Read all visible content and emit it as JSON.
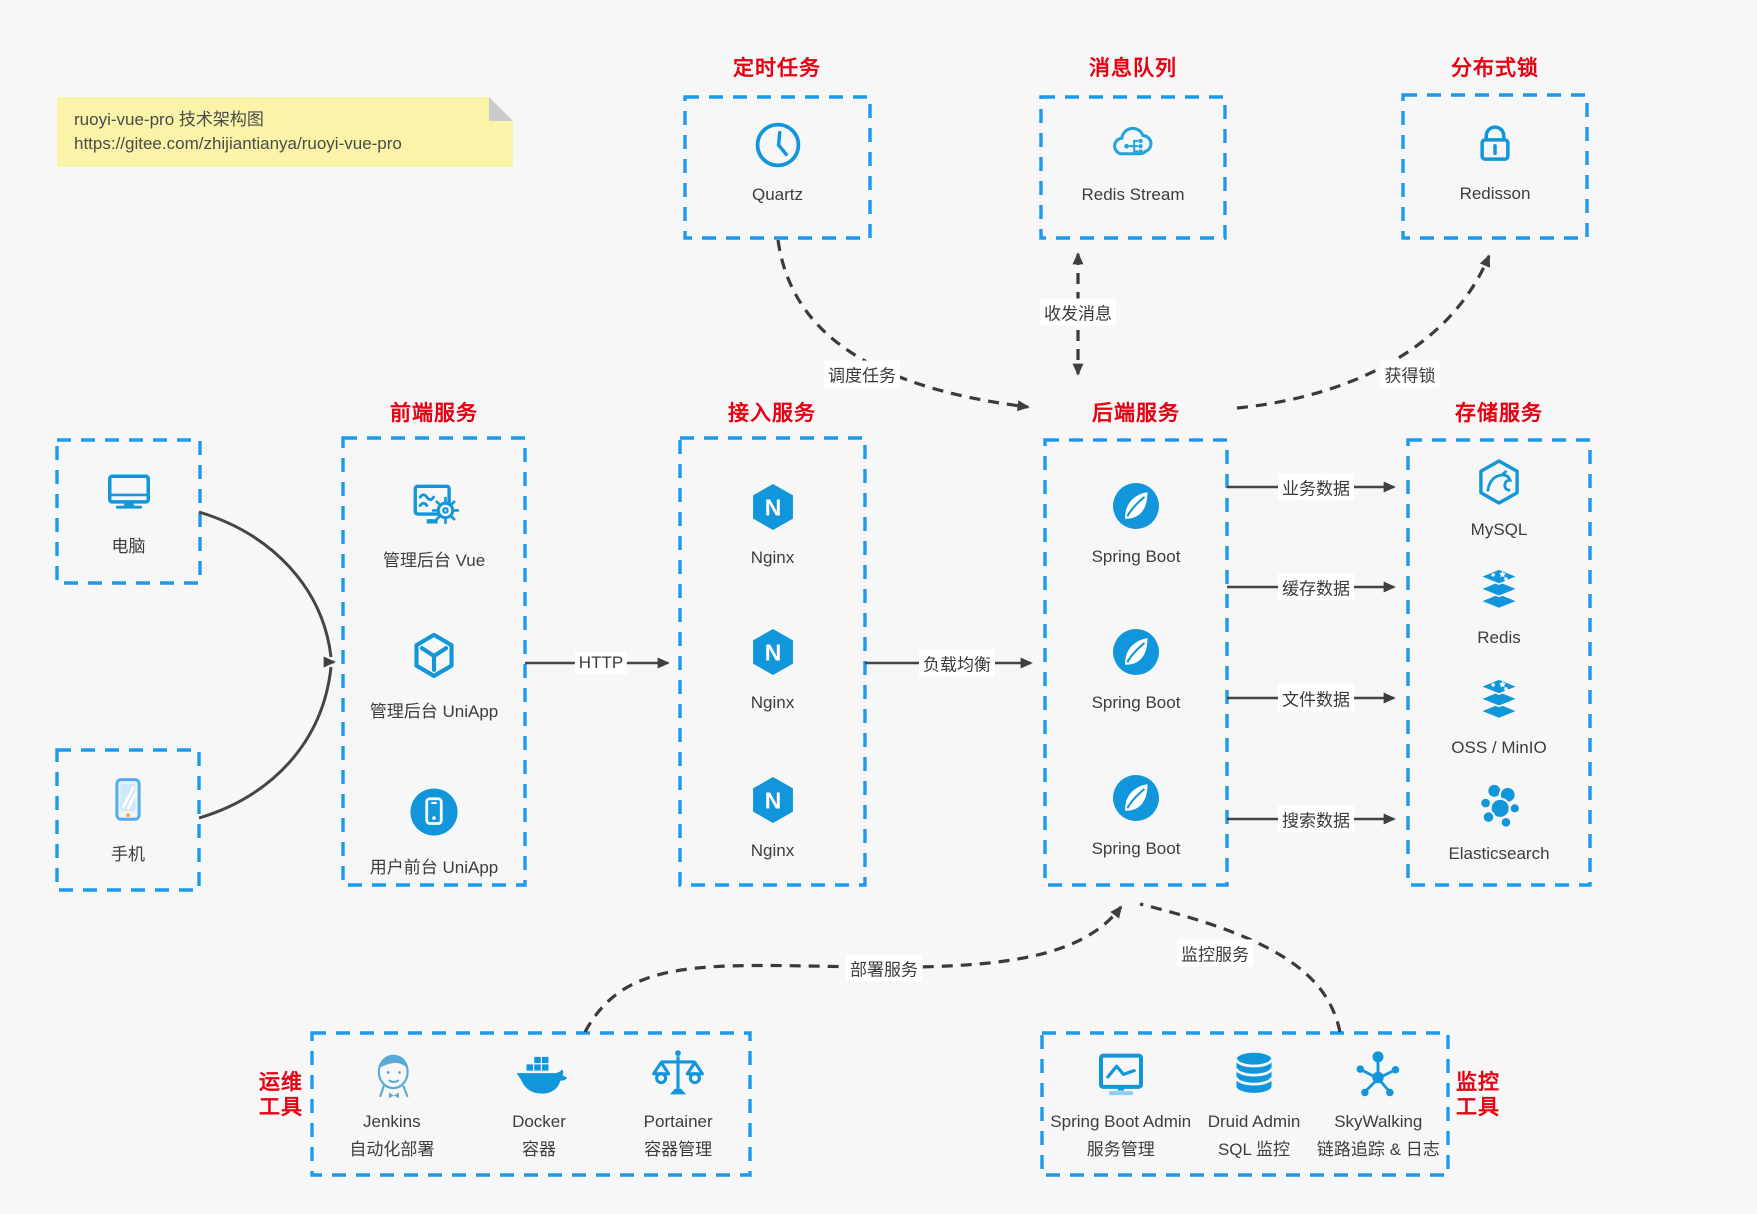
{
  "note": {
    "line1": "ruoyi-vue-pro 技术架构图",
    "line2": "https://gitee.com/zhijiantianya/ruoyi-vue-pro"
  },
  "top_services": [
    {
      "title": "定时任务",
      "label": "Quartz"
    },
    {
      "title": "消息队列",
      "label": "Redis Stream"
    },
    {
      "title": "分布式锁",
      "label": "Redisson"
    }
  ],
  "clients": [
    {
      "label": "电脑"
    },
    {
      "label": "手机"
    }
  ],
  "service_columns": [
    {
      "title": "前端服务",
      "items": [
        {
          "label": "管理后台 Vue"
        },
        {
          "label": "管理后台 UniApp"
        },
        {
          "label": "用户前台 UniApp"
        }
      ]
    },
    {
      "title": "接入服务",
      "items": [
        {
          "label": "Nginx"
        },
        {
          "label": "Nginx"
        },
        {
          "label": "Nginx"
        }
      ]
    },
    {
      "title": "后端服务",
      "items": [
        {
          "label": "Spring Boot"
        },
        {
          "label": "Spring Boot"
        },
        {
          "label": "Spring Boot"
        }
      ]
    },
    {
      "title": "存储服务",
      "items": [
        {
          "label": "MySQL"
        },
        {
          "label": "Redis"
        },
        {
          "label": "OSS / MinIO"
        },
        {
          "label": "Elasticsearch"
        }
      ]
    }
  ],
  "tool_groups": [
    {
      "title": "运维工具",
      "items": [
        {
          "name": "Jenkins",
          "desc": "自动化部署"
        },
        {
          "name": "Docker",
          "desc": "容器"
        },
        {
          "name": "Portainer",
          "desc": "容器管理"
        }
      ]
    },
    {
      "title": "监控工具",
      "items": [
        {
          "name": "Spring Boot Admin",
          "desc": "服务管理"
        },
        {
          "name": "Druid Admin",
          "desc": "SQL 监控"
        },
        {
          "name": "SkyWalking",
          "desc": "链路追踪 & 日志"
        }
      ]
    }
  ],
  "edge_labels": {
    "http": "HTTP",
    "load_balance": "负载均衡",
    "schedule_task": "调度任务",
    "send_receive_message": "收发消息",
    "acquire_lock": "获得锁",
    "business_data": "业务数据",
    "cache_data": "缓存数据",
    "file_data": "文件数据",
    "search_data": "搜索数据",
    "deploy_service": "部署服务",
    "monitor_service": "监控服务"
  },
  "colors": {
    "accent_blue": "#1296db",
    "border_blue": "#1c9bee",
    "title_red": "#e60012",
    "arrow_dark": "#404040",
    "note_bg": "#faf4a9",
    "background": "#f7f7f7"
  }
}
